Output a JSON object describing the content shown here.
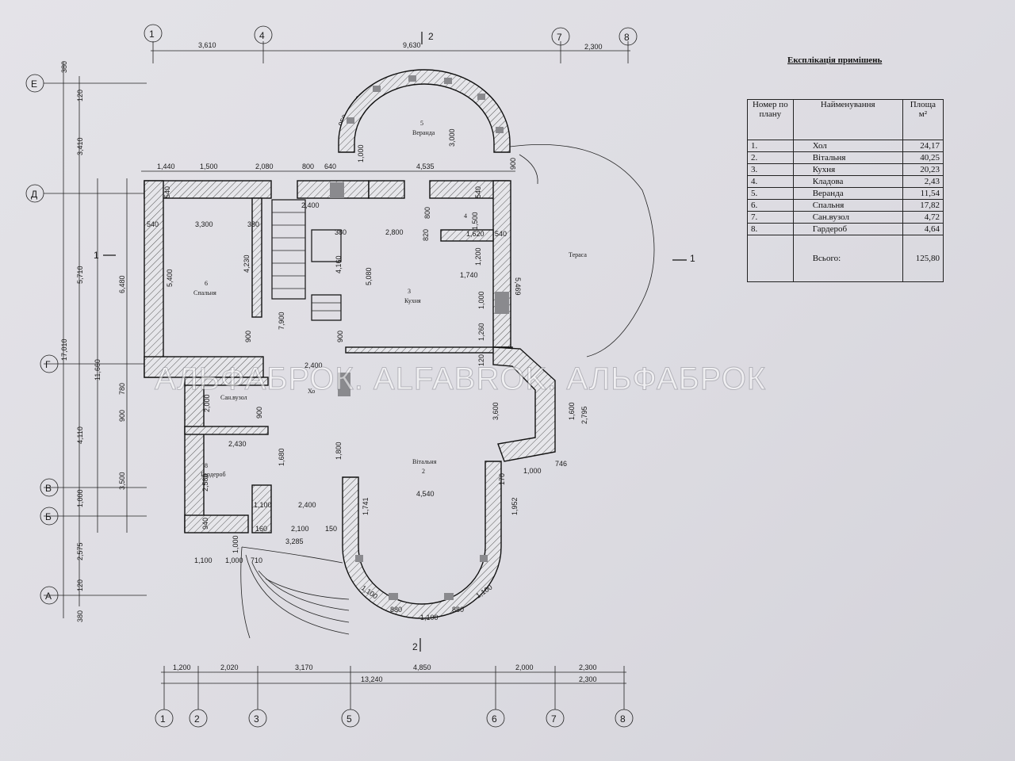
{
  "legend": {
    "title": "Експлікація примішень",
    "col_number": "Номер по плану",
    "col_name": "Найменування",
    "col_area": "Площа м²",
    "rows": [
      {
        "num": "1.",
        "name": "Хол",
        "area": "24,17"
      },
      {
        "num": "2.",
        "name": "Вітальня",
        "area": "40,25"
      },
      {
        "num": "3.",
        "name": "Кухня",
        "area": "20,23"
      },
      {
        "num": "4.",
        "name": "Кладова",
        "area": "2,43"
      },
      {
        "num": "5.",
        "name": "Веранда",
        "area": "11,54"
      },
      {
        "num": "6.",
        "name": "Спальня",
        "area": "17,82"
      },
      {
        "num": "7.",
        "name": "Сан.вузол",
        "area": "4,72"
      },
      {
        "num": "8.",
        "name": "Гардероб",
        "area": "4,64"
      }
    ],
    "total_label": "Всього:",
    "total_value": "125,80"
  },
  "watermark": "АЛЬФАБРОК. ALFABROK. АЛЬФАБРОК",
  "rooms": {
    "veranda_num": "5",
    "veranda_name": "Веранда",
    "storage_num": "4",
    "terrace_name": "Тераса",
    "kitchen_num": "3",
    "kitchen_name": "Кухня",
    "bedroom_num": "6",
    "bedroom_name": "Спальня",
    "bathroom_name": "Сан.вузол",
    "hall_fragment": "Хо",
    "wardrobe_num": "8",
    "wardrobe_name": "Гардероб",
    "living_name": "Вітальня",
    "living_num": "2"
  },
  "section_marks": {
    "one": "1",
    "two": "2"
  },
  "axes_top": [
    "1",
    "4",
    "7",
    "8"
  ],
  "axes_bottom": [
    "1",
    "2",
    "3",
    "5",
    "6",
    "7",
    "8"
  ],
  "axes_left": [
    "Е",
    "Д",
    "Г",
    "В",
    "Б",
    "А"
  ],
  "dims_top": {
    "d1": "3,610",
    "d2": "9,630",
    "d3": "2,300"
  },
  "dims_bottom_chain": [
    "1,200",
    "2,020",
    "3,170",
    "4,850",
    "2,000",
    "2,300"
  ],
  "dims_bottom_total": {
    "total": "13,240",
    "last": "2,300"
  },
  "dims_left_outer": [
    "380",
    "120",
    "3,410",
    "5,710",
    "17,010",
    "4,110",
    "1,000",
    "2,575",
    "120",
    "380"
  ],
  "dims_left_inner": [
    "6,480",
    "11,660",
    "780",
    "900",
    "3,500"
  ],
  "dims_plan_top": [
    "1,440",
    "1,500",
    "2,080",
    "800",
    "640",
    "4,535",
    "900",
    "1,000",
    "3,000"
  ],
  "dims_veranda_arc": [
    "950",
    "950"
  ],
  "dims_inner": [
    "540",
    "3,300",
    "380",
    "2,400",
    "380",
    "2,800",
    "820",
    "1,620",
    "540",
    "540",
    "800",
    "1,500",
    "540",
    "4,230",
    "5,400",
    "7,900",
    "4,160",
    "5,080",
    "1,740",
    "1,200",
    "5,469",
    "1,000",
    "1,260",
    "900",
    "900",
    "2,400",
    "120",
    "3,600",
    "1,600",
    "2,795",
    "2,000",
    "2,430",
    "1,680",
    "1,800",
    "2,580",
    "900",
    "940",
    "1,100",
    "2,400",
    "1,741",
    "4,540",
    "170",
    "1,000",
    "746",
    "1,952",
    "160",
    "2,100",
    "150",
    "1,000",
    "3,285",
    "1,100",
    "1,000",
    "710",
    "1,100",
    "880",
    "1,100",
    "880",
    "1,100"
  ]
}
